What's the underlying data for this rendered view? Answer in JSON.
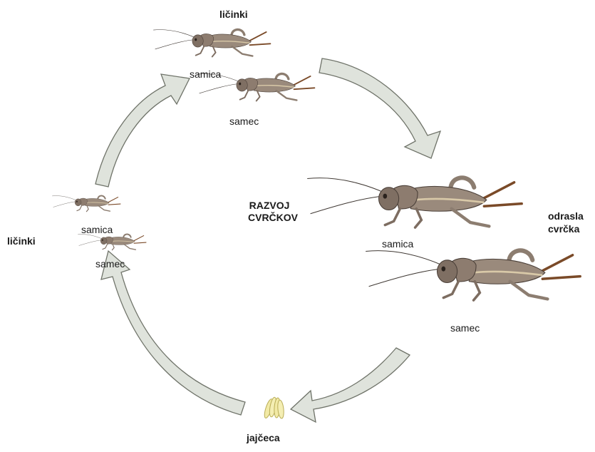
{
  "title_line1": "RAZVOJ",
  "title_line2": "CVRČKOV",
  "stages": {
    "top": {
      "heading": "ličinki",
      "female": "samica",
      "male": "samec"
    },
    "adult": {
      "heading_line1": "odrasla",
      "heading_line2": "cvrčka",
      "female": "samica",
      "male": "samec"
    },
    "left": {
      "heading": "ličinki",
      "female": "samica",
      "male": "samec"
    },
    "eggs": {
      "heading": "jajčeca"
    }
  },
  "colors": {
    "arrow_fill": "#dfe3dc",
    "arrow_stroke": "#6f7369",
    "cricket_body": "#9a8a7c",
    "cricket_dark": "#5e5046",
    "egg": "#f2eaa6"
  }
}
